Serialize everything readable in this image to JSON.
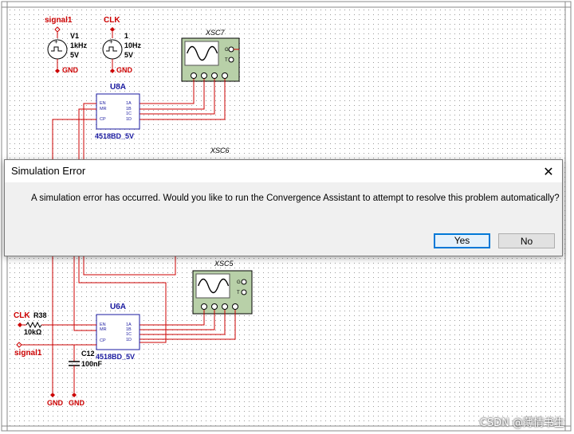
{
  "schematic": {
    "sources": {
      "v1": {
        "net": "signal1",
        "name": "V1",
        "freq": "1kHz",
        "amp": "5V",
        "gnd": "GND"
      },
      "v2": {
        "net": "CLK",
        "name": "1",
        "freq": "10Hz",
        "amp": "5V",
        "gnd": "GND"
      }
    },
    "scopes": {
      "xsc7": "XSC7",
      "xsc6": "XSC6",
      "xsc5": "XSC5"
    },
    "counter_top": {
      "ref": "U8A",
      "part": "4518BD_5V"
    },
    "counter_bottom": {
      "ref": "U6A",
      "part": "4518BD_5V"
    },
    "pins": {
      "en": "EN",
      "mr": "MR",
      "cp": "CP",
      "q1": "1A",
      "q2": "1B",
      "q3": "1C",
      "q4": "1D"
    },
    "bottom_inputs": {
      "clk": "CLK",
      "resistor_ref": "R38",
      "resistor_value": "10kΩ",
      "signal": "signal1",
      "cap_ref": "C12",
      "cap_value": "100nF",
      "gnd1": "GND",
      "gnd2": "GND"
    }
  },
  "dialog": {
    "title": "Simulation Error",
    "message": "A simulation error has occurred. Would you like to run the Convergence Assistant to attempt to resolve this problem automatically?",
    "yes_label": "Yes",
    "no_label": "No"
  },
  "watermark": "CSDN @薄情书生",
  "colors": {
    "wire": "#cc0000",
    "part_blue": "#1a1aa0",
    "scope_green": "#b8d0a8",
    "dialog_bg": "#f0f0f0",
    "accent": "#0078d7"
  }
}
